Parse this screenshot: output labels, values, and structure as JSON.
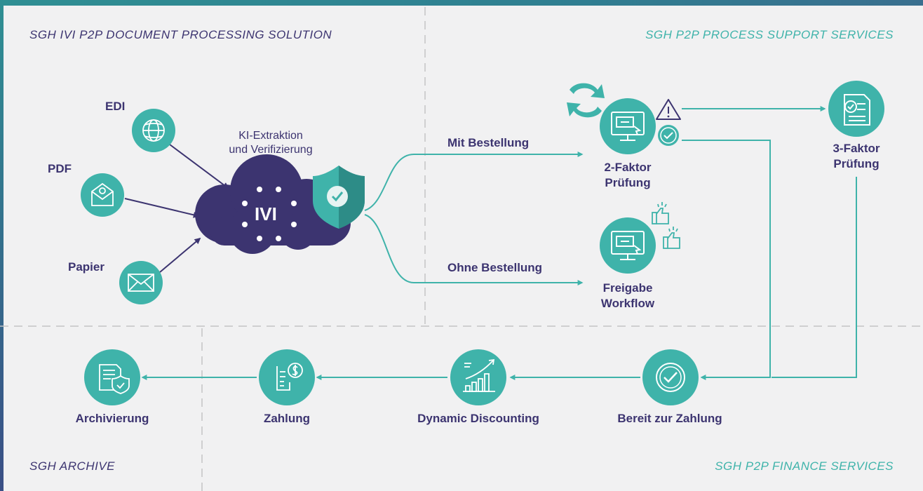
{
  "zones": {
    "ivi_solution": "SGH IVI P2P DOCUMENT PROCESSING SOLUTION",
    "process_support": "SGH P2P PROCESS SUPPORT SERVICES",
    "archive": "SGH ARCHIVE",
    "finance": "SGH P2P FINANCE SERVICES"
  },
  "inputs": {
    "edi": "EDI",
    "pdf": "PDF",
    "paper": "Papier"
  },
  "ivi": {
    "caption_line1": "KI-Extraktion",
    "caption_line2": "und Verifizierung",
    "logo": "IVI"
  },
  "branches": {
    "with_order": "Mit Bestellung",
    "without_order": "Ohne Bestellung"
  },
  "nodes": {
    "two_factor_l1": "2-Faktor",
    "two_factor_l2": "Prüfung",
    "three_factor_l1": "3-Faktor",
    "three_factor_l2": "Prüfung",
    "release_l1": "Freigabe",
    "release_l2": "Workflow",
    "ready": "Bereit zur Zahlung",
    "discounting": "Dynamic Discounting",
    "payment": "Zahlung",
    "archiving": "Archivierung"
  },
  "icons": [
    "globe-icon",
    "email-icon",
    "envelope-icon",
    "cloud-icon",
    "shield-check-icon",
    "refresh-icon",
    "monitor-icon",
    "warning-icon",
    "check-badge-icon",
    "checklist-icon",
    "thumbs-up-icon",
    "check-circle-icon",
    "growth-chart-icon",
    "receipt-dollar-icon",
    "archive-shield-icon"
  ],
  "colors": {
    "teal": "#3fb3aa",
    "purple": "#3c3470",
    "background": "#f1f1f2",
    "divider": "#c4c4c4"
  }
}
